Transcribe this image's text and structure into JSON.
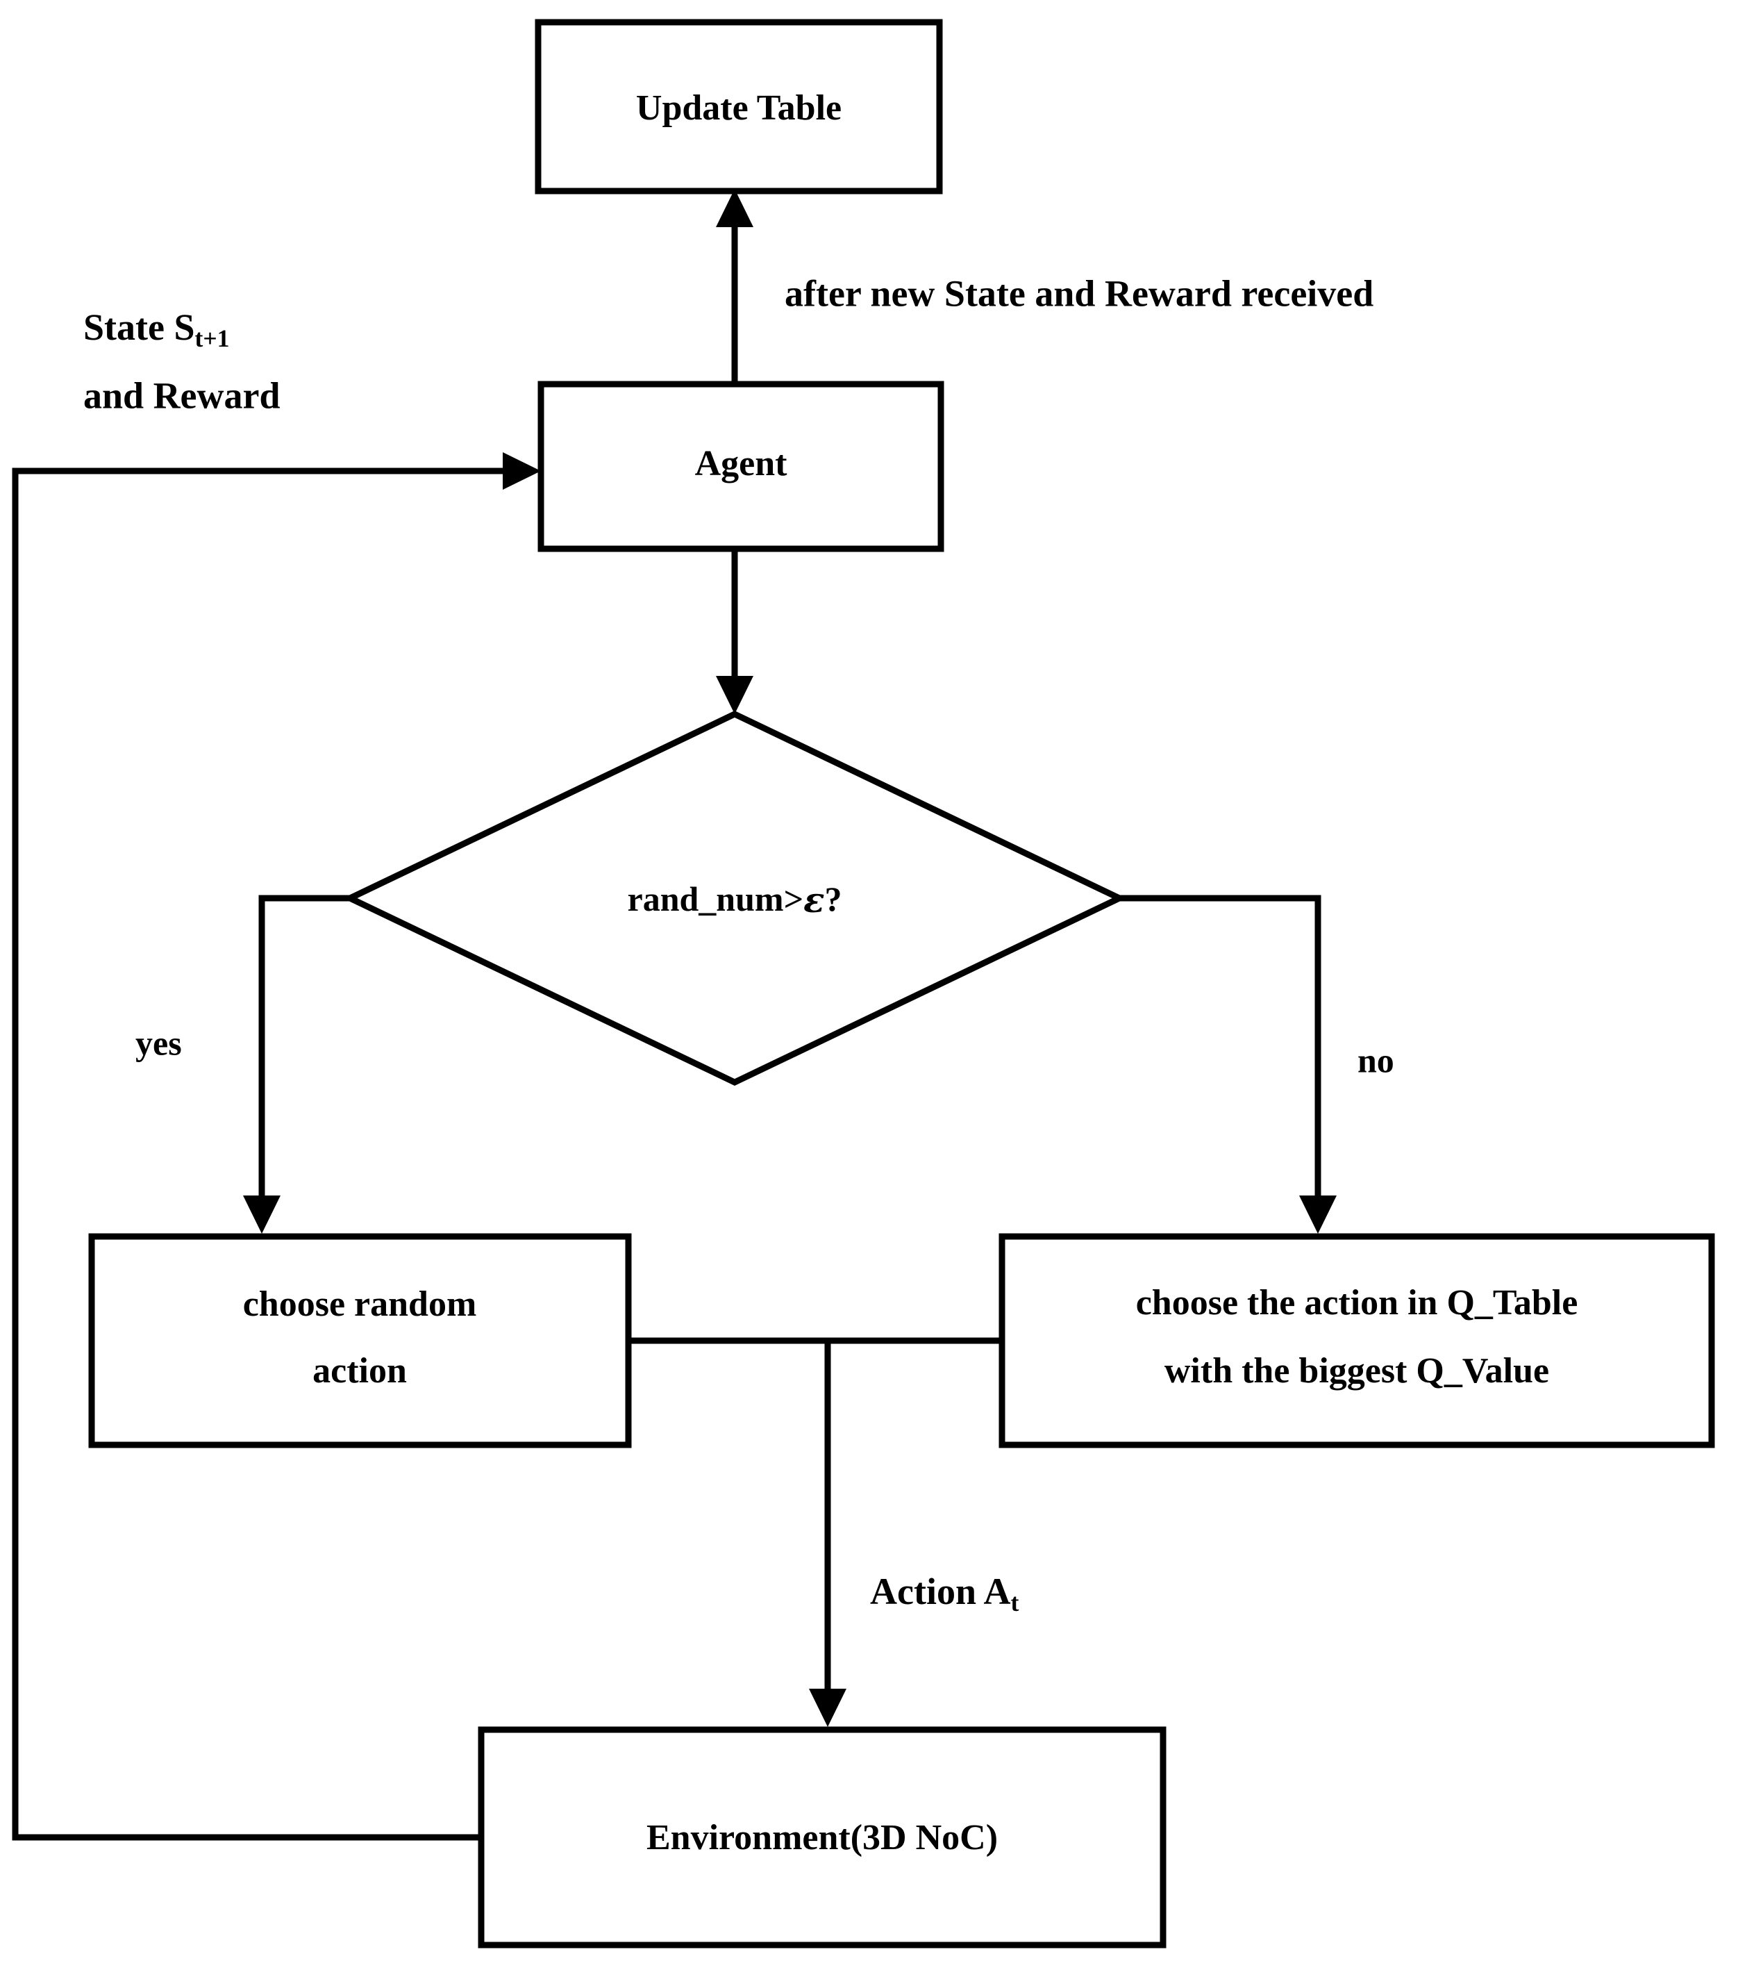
{
  "diagram": {
    "title": "Q-learning agent-environment interaction flowchart",
    "background_color": "#ffffff",
    "stroke_color": "#000000",
    "nodes": {
      "update_table": {
        "label": "Update Table",
        "shape": "rectangle"
      },
      "agent": {
        "label": "Agent",
        "shape": "rectangle"
      },
      "decision": {
        "label_prefix": "rand_num>",
        "label_symbol": "ε",
        "label_suffix": "?",
        "shape": "diamond"
      },
      "choose_random": {
        "line1": "choose random",
        "line2": "action",
        "shape": "rectangle"
      },
      "choose_best": {
        "line1": "choose the action in Q_Table",
        "line2": "with the biggest Q_Value",
        "shape": "rectangle"
      },
      "environment": {
        "label": "Environment(3D NoC)",
        "shape": "rectangle"
      }
    },
    "edge_labels": {
      "after_new_state": "after new State and Reward received",
      "state_line1_prefix": "State S",
      "state_line1_sub": "t+1",
      "state_line2": "and Reward",
      "yes": "yes",
      "no": "no",
      "action_prefix": "Action A",
      "action_sub": "t"
    }
  }
}
